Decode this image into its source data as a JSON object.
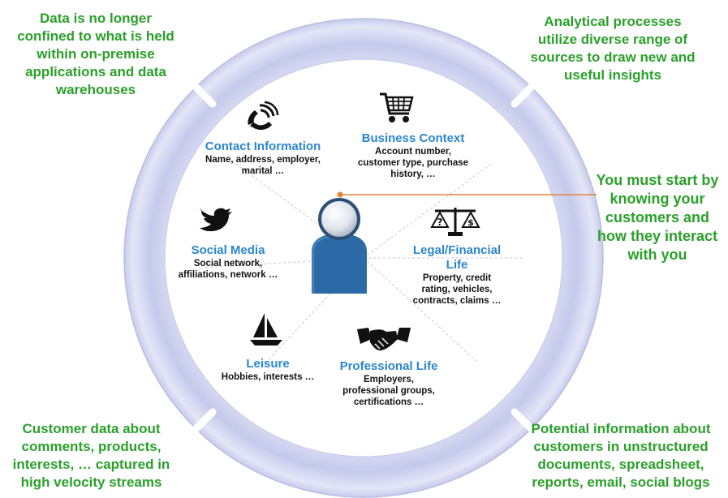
{
  "corners": {
    "top_left": [
      "Data is no longer",
      "confined to what is held",
      "within on-premise",
      "applications and data",
      "warehouses"
    ],
    "top_right": [
      "Analytical processes",
      "utilize diverse range of",
      "sources to draw new and",
      "useful insights"
    ],
    "center_right": [
      "You must start by",
      "knowing your",
      "customers and",
      "how they interact",
      "with you"
    ],
    "bottom_left": [
      "Customer data about",
      "comments, products,",
      "interests, … captured in",
      "high velocity streams"
    ],
    "bottom_right": [
      "Potential information about",
      "customers in unstructured",
      "documents, spreadsheet,",
      "reports, email, social blogs"
    ]
  },
  "segments": {
    "contact": {
      "title": "Contact Information",
      "desc": [
        "Name, address, employer,",
        "marital …"
      ],
      "icon": "phone-icon"
    },
    "business": {
      "title": "Business Context",
      "desc": [
        "Account number,",
        "customer type, purchase",
        "history, …"
      ],
      "icon": "shopping-cart-icon"
    },
    "social": {
      "title": "Social Media",
      "desc": [
        "Social network,",
        "affiliations, network …"
      ],
      "icon": "bird-icon"
    },
    "legal": {
      "title": [
        "Legal/Financial",
        "Life"
      ],
      "desc": [
        "Property, credit",
        "rating, vehicles,",
        "contracts, claims …"
      ],
      "icon": "scales-icon"
    },
    "leisure": {
      "title": "Leisure",
      "desc": [
        "Hobbies, interests …"
      ],
      "icon": "sailboat-icon"
    },
    "professional": {
      "title": "Professional Life",
      "desc": [
        "Employers,",
        "professional groups,",
        "certifications …"
      ],
      "icon": "handshake-icon"
    }
  },
  "colors": {
    "corner_text": "#2aa02a",
    "segment_title": "#2a86cf",
    "person_body": "#2b6aa6",
    "pointer_line": "#e8833a"
  }
}
